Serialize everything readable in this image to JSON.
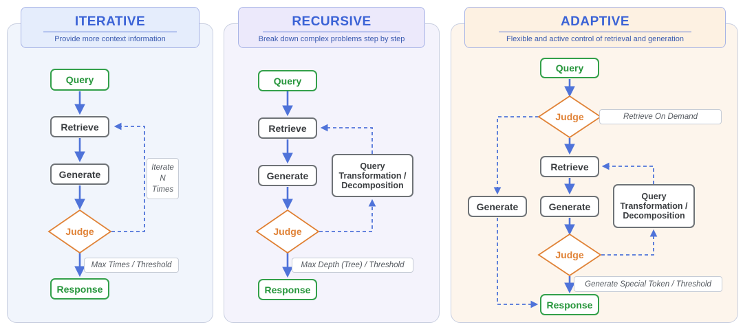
{
  "panels": {
    "iterative": {
      "title": "ITERATIVE",
      "subtitle": "Provide more context information",
      "query": "Query",
      "retrieve": "Retrieve",
      "generate": "Generate",
      "judge": "Judge",
      "response": "Response",
      "loop_label": [
        "Iterate",
        "N",
        "Times"
      ],
      "stop_label": "Max Times / Threshold"
    },
    "recursive": {
      "title": "RECURSIVE",
      "subtitle": "Break down complex problems step by step",
      "query": "Query",
      "retrieve": "Retrieve",
      "generate": "Generate",
      "judge": "Judge",
      "response": "Response",
      "transform": [
        "Query",
        "Transformation /",
        "Decomposition"
      ],
      "stop_label": "Max Depth (Tree) / Threshold"
    },
    "adaptive": {
      "title": "ADAPTIVE",
      "subtitle": "Flexible and  active control of retrieval and generation",
      "query": "Query",
      "judge_top": "Judge",
      "retrieve_label": "Retrieve On  Demand",
      "retrieve": "Retrieve",
      "generate": "Generate",
      "generate_side": "Generate",
      "transform": [
        "Query",
        "Transformation /",
        "Decomposition"
      ],
      "judge_bottom": "Judge",
      "stop_label": "Generate Special Token / Threshold",
      "response": "Response"
    }
  },
  "colors": {
    "arrow": "#4f73d9",
    "panel_iterative": "#f1f5fc",
    "panel_recursive": "#f4f3fc",
    "panel_adaptive": "#fdf5ec",
    "header_iterative": "#e5edfc",
    "header_recursive": "#ece9fb",
    "header_adaptive": "#fdf1e2",
    "judge_fill": "#ffffff",
    "judge_border": "#e08236"
  }
}
